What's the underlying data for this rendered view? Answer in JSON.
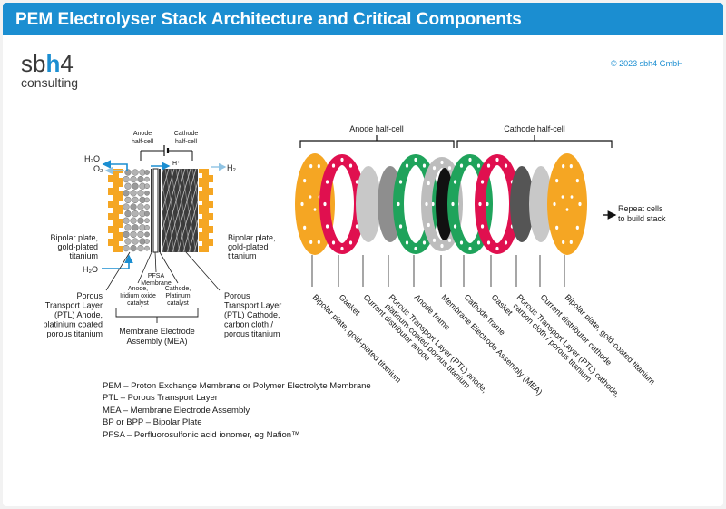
{
  "header": {
    "title": "PEM Electrolyser Stack Architecture and Critical Components"
  },
  "logo": {
    "main_prefix": "sb",
    "main_highlight": "h",
    "main_suffix": "4",
    "sub": "consulting"
  },
  "copyright": "© 2023 sbh4 GmbH",
  "colors": {
    "brand_blue": "#1b8ed1",
    "bipolar_plate": "#f5a623",
    "gasket": "#e0104f",
    "frame": "#1fa35b",
    "ptl_anode": "#8e8e8e",
    "ptl_cathode": "#555555",
    "distributor": "#c8c8c8",
    "membrane": "#111111"
  },
  "cell": {
    "anode_half_cell": [
      "Anode",
      "half-cell"
    ],
    "cathode_half_cell": [
      "Cathode",
      "half-cell"
    ],
    "h2o_top": "H₂O",
    "o2": "O₂",
    "h_plus": "H⁺",
    "h2": "H₂",
    "h2o_bottom": "H₂O",
    "bipolar_left": [
      "Bipolar plate,",
      "gold-plated",
      "titanium"
    ],
    "bipolar_right": [
      "Bipolar plate,",
      "gold-plated",
      "titanium"
    ],
    "pfsa": [
      "PFSA",
      "Membrane"
    ],
    "anode_catalyst": [
      "Anode,",
      "Iridium oxide",
      "catalyst"
    ],
    "cathode_catalyst": [
      "Cathode,",
      "Platinum",
      "catalyst"
    ],
    "ptl_anode": [
      "Porous",
      "Transport Layer",
      "(PTL) Anode,",
      "platinium coated",
      "porous titanium"
    ],
    "ptl_cathode": [
      "Porous",
      "Transport Layer",
      "(PTL) Cathode,",
      "carbon cloth /",
      "porous titanium"
    ],
    "mea": [
      "Membrane Electrode",
      "Assembly (MEA)"
    ]
  },
  "stack": {
    "anode_half_cell": "Anode half-cell",
    "cathode_half_cell": "Cathode half-cell",
    "repeat": [
      "Repeat cells",
      "to build stack"
    ],
    "labels": [
      [
        "Bipolar plate, gold-plated titanium"
      ],
      [
        "Gasket"
      ],
      [
        "Current distributor anode"
      ],
      [
        "Porous Transport Layer (PTL) anode,",
        "platinum-coated porous titanium"
      ],
      [
        "Anode frame"
      ],
      [
        "Membrane Electrode Assembly (MEA)"
      ],
      [
        "Cathode frame"
      ],
      [
        "Gasket"
      ],
      [
        "Porous Transport Layer (PTL) cathode,",
        "carbon cloth / porous titanium"
      ],
      [
        "Current distributor cathode"
      ],
      [
        "Bipolar plate, gold-coated titanium"
      ]
    ]
  },
  "abbreviations": [
    "PEM – Proton Exchange Membrane or Polymer Electrolyte Membrane",
    "PTL – Porous Transport Layer",
    "MEA – Membrane Electrode Assembly",
    "BP or BPP – Bipolar Plate",
    "PFSA – Perfluorosulfonic acid ionomer, eg Nafion™"
  ]
}
